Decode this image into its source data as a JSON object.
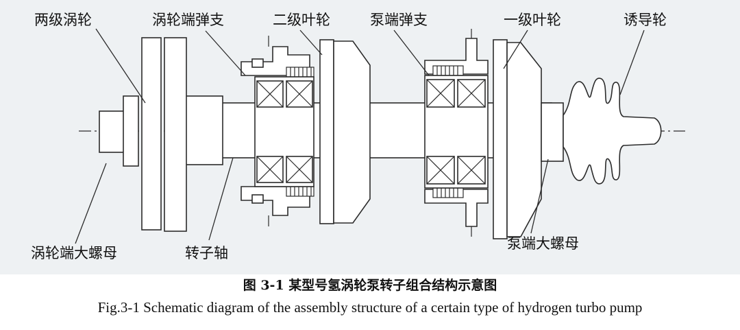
{
  "figure": {
    "labels": {
      "two_stage_turbine": "两级涡轮",
      "turbine_end_support": "涡轮端弹支",
      "second_stage_impeller": "二级叶轮",
      "pump_end_support": "泵端弹支",
      "first_stage_impeller": "一级叶轮",
      "inducer": "诱导轮",
      "turbine_end_nut": "涡轮端大螺母",
      "rotor_shaft": "转子轴",
      "pump_end_nut": "泵端大螺母"
    }
  },
  "caption": {
    "zh": "图 3-1  某型号氢涡轮泵转子组合结构示意图",
    "en": "Fig.3-1 Schematic diagram of the assembly structure of a certain type of hydrogen turbo pump"
  }
}
